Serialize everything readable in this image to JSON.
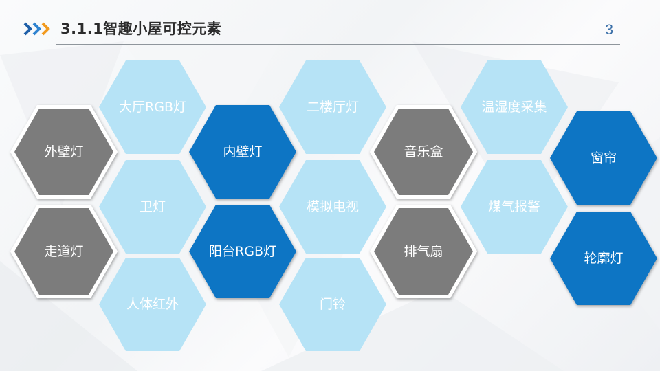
{
  "header": {
    "title": "3.1.1智趣小屋可控元素",
    "page_number": "3"
  },
  "colors": {
    "light_blue": "#b6e3f6",
    "dark_blue": "#0f74c4",
    "gray": "#7c7c7c",
    "light_text": "#ffffff",
    "dark_text": "#ffffff"
  },
  "elements": [
    {
      "label": "大厅RGB灯",
      "style": "light"
    },
    {
      "label": "二楼厅灯",
      "style": "light"
    },
    {
      "label": "温湿度采集",
      "style": "light"
    },
    {
      "label": "外壁灯",
      "style": "gray"
    },
    {
      "label": "内壁灯",
      "style": "dark"
    },
    {
      "label": "音乐盒",
      "style": "gray"
    },
    {
      "label": "窗帘",
      "style": "dark"
    },
    {
      "label": "卫灯",
      "style": "light"
    },
    {
      "label": "模拟电视",
      "style": "light"
    },
    {
      "label": "煤气报警",
      "style": "light"
    },
    {
      "label": "走道灯",
      "style": "gray"
    },
    {
      "label": "阳台RGB灯",
      "style": "dark"
    },
    {
      "label": "排气扇",
      "style": "gray"
    },
    {
      "label": "轮廓灯",
      "style": "dark"
    },
    {
      "label": "人体红外",
      "style": "light"
    },
    {
      "label": "门铃",
      "style": "light"
    }
  ]
}
